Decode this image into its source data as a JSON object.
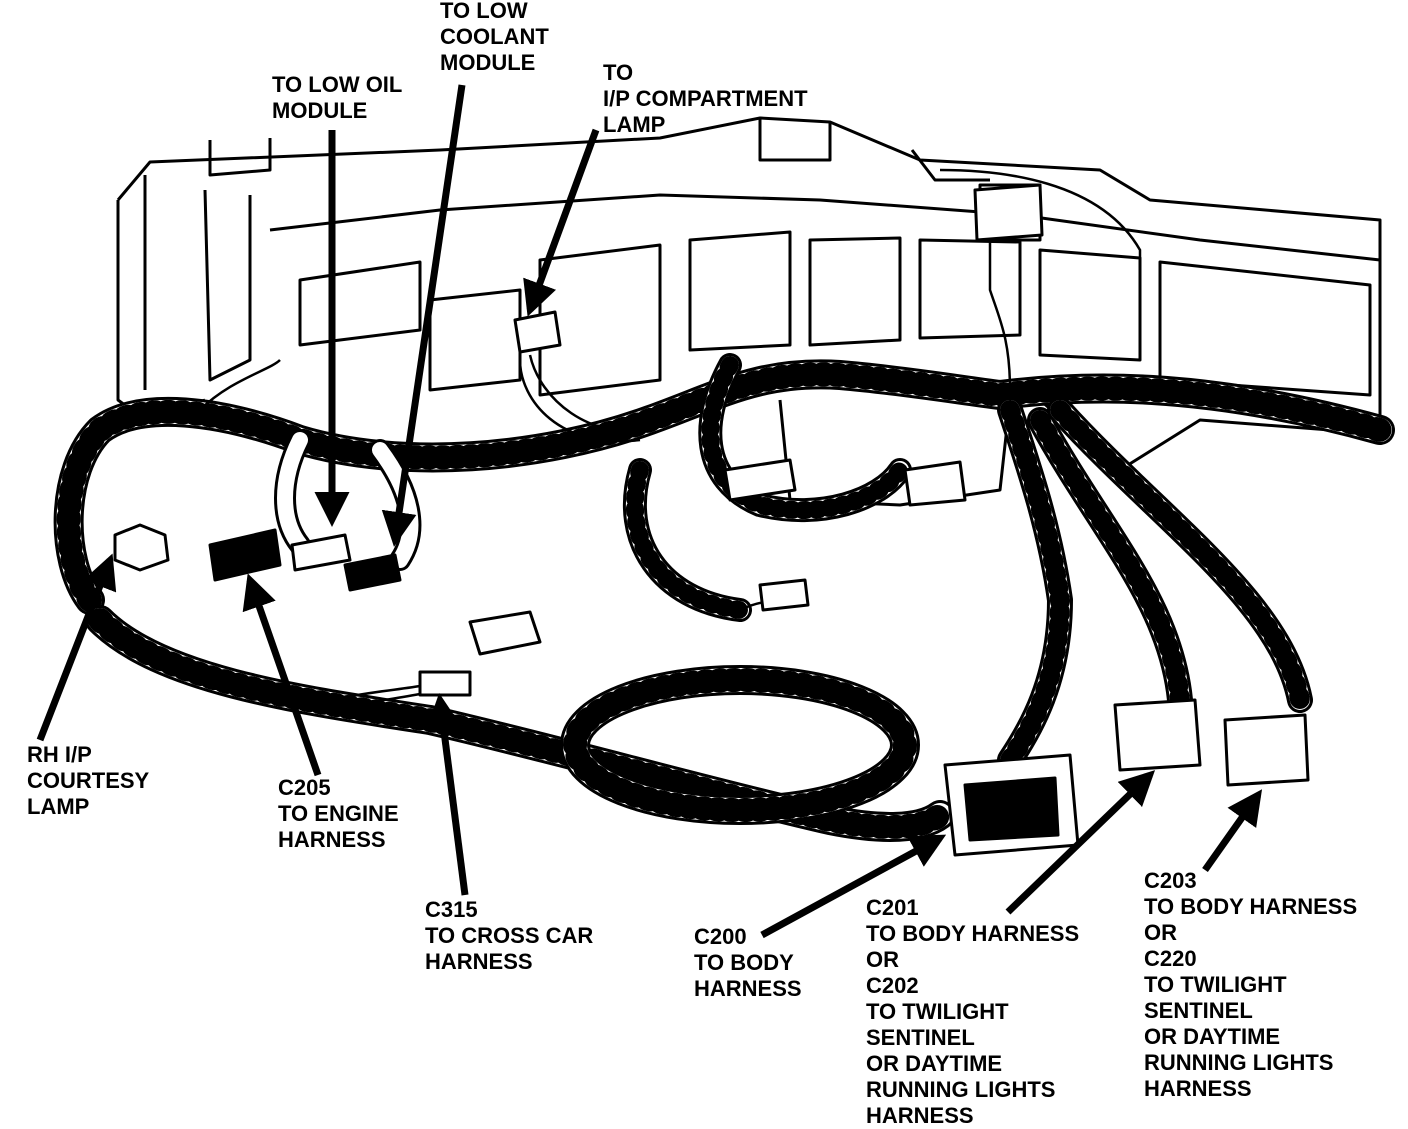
{
  "colors": {
    "ink": "#000000",
    "paper": "#ffffff"
  },
  "callouts": {
    "low_coolant": {
      "lines": [
        "TO LOW",
        "COOLANT",
        "MODULE"
      ]
    },
    "low_oil": {
      "lines": [
        "TO LOW OIL",
        "MODULE"
      ]
    },
    "compartment_lamp": {
      "lines": [
        "TO",
        "I/P COMPARTMENT",
        "LAMP"
      ]
    },
    "courtesy_lamp": {
      "lines": [
        "RH I/P",
        "COURTESY",
        "LAMP"
      ]
    },
    "c205": {
      "lines": [
        "C205",
        "TO ENGINE",
        "HARNESS"
      ]
    },
    "c315": {
      "lines": [
        "C315",
        "TO CROSS CAR",
        "HARNESS"
      ]
    },
    "c200": {
      "lines": [
        "C200",
        "TO BODY",
        "HARNESS"
      ]
    },
    "c201": {
      "lines": [
        "C201",
        "TO BODY HARNESS",
        "OR",
        "C202",
        "TO TWILIGHT",
        "SENTINEL",
        "OR DAYTIME",
        "RUNNING LIGHTS",
        "HARNESS"
      ]
    },
    "c203": {
      "lines": [
        "C203",
        "TO BODY HARNESS",
        "OR",
        "C220",
        "TO TWILIGHT",
        "SENTINEL",
        "OR DAYTIME",
        "RUNNING LIGHTS",
        "HARNESS"
      ]
    }
  }
}
